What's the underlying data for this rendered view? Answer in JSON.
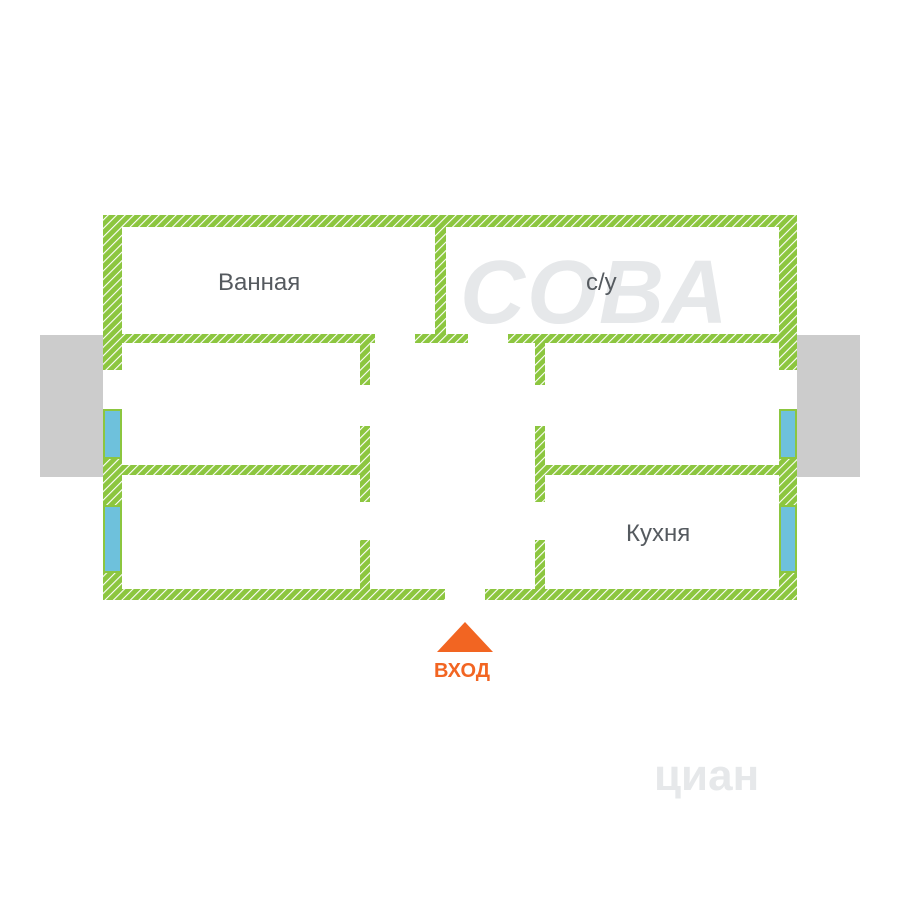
{
  "rooms": {
    "bathroom": "Ванная",
    "toilet": "с/у",
    "kitchen": "Кухня"
  },
  "entrance": {
    "label": "ВХОД"
  },
  "watermarks": {
    "agency": "СОВА",
    "portal": "циан"
  },
  "colors": {
    "wall": "#8cc63f",
    "wall_hatch": "#ffffff",
    "window": "#6ec1dc",
    "balcony": "#cccccc",
    "entrance": "#f26522",
    "label": "#555a5f",
    "watermark": "#e6e8ea"
  }
}
